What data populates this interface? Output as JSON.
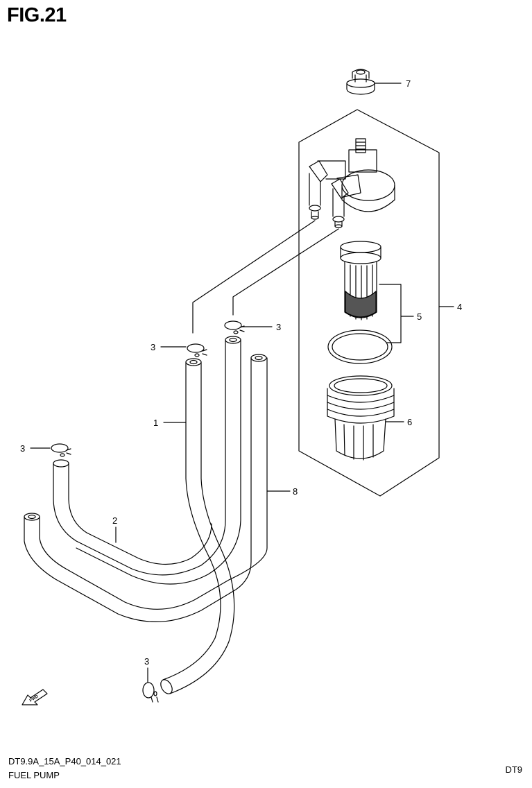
{
  "figure": {
    "title": "FIG.21"
  },
  "callouts": {
    "c1": "1",
    "c2": "2",
    "c3": "3",
    "c4": "4",
    "c5": "5",
    "c6": "6",
    "c7": "7",
    "c8": "8"
  },
  "fwd_label": "FWD",
  "footer": {
    "drawing_code": "DT9.9A_15A_P40_014_021",
    "section_name": "FUEL PUMP",
    "model": "DT9"
  }
}
